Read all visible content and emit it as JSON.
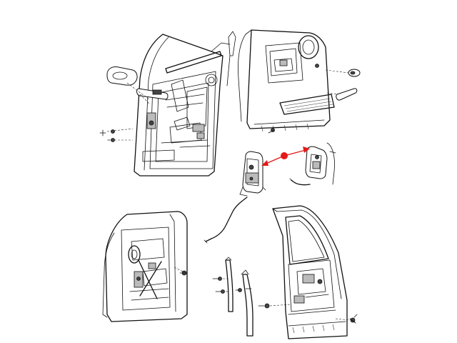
{
  "diagram": {
    "colors": {
      "line": "#111111",
      "background": "#ffffff",
      "highlight": "#e31b1b"
    },
    "views": [
      {
        "id": "front-door-interior"
      },
      {
        "id": "rear-door-trim-panel"
      },
      {
        "id": "rear-door-latch-assembly"
      },
      {
        "id": "rear-door-frame-with-regulator"
      },
      {
        "id": "rear-door-glass-run-channels"
      },
      {
        "id": "rear-door-exterior"
      }
    ],
    "callout": {
      "marker": "red-dot",
      "arrows": 2
    }
  }
}
